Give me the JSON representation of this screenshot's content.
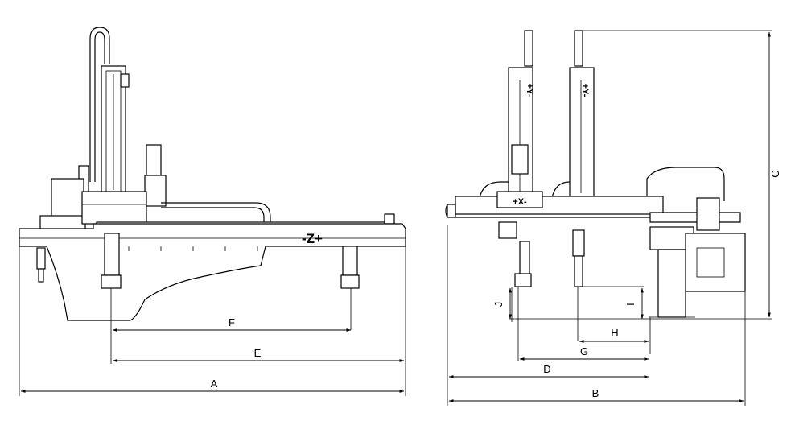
{
  "diagram": {
    "front_view": {
      "axis_label": "-Z+",
      "dimensions": [
        "A",
        "E",
        "F"
      ]
    },
    "side_view": {
      "axis_labels": [
        "+X-",
        "+Y-",
        "+Y-"
      ],
      "dimensions": [
        "B",
        "C",
        "D",
        "G",
        "H",
        "I",
        "J"
      ]
    }
  }
}
